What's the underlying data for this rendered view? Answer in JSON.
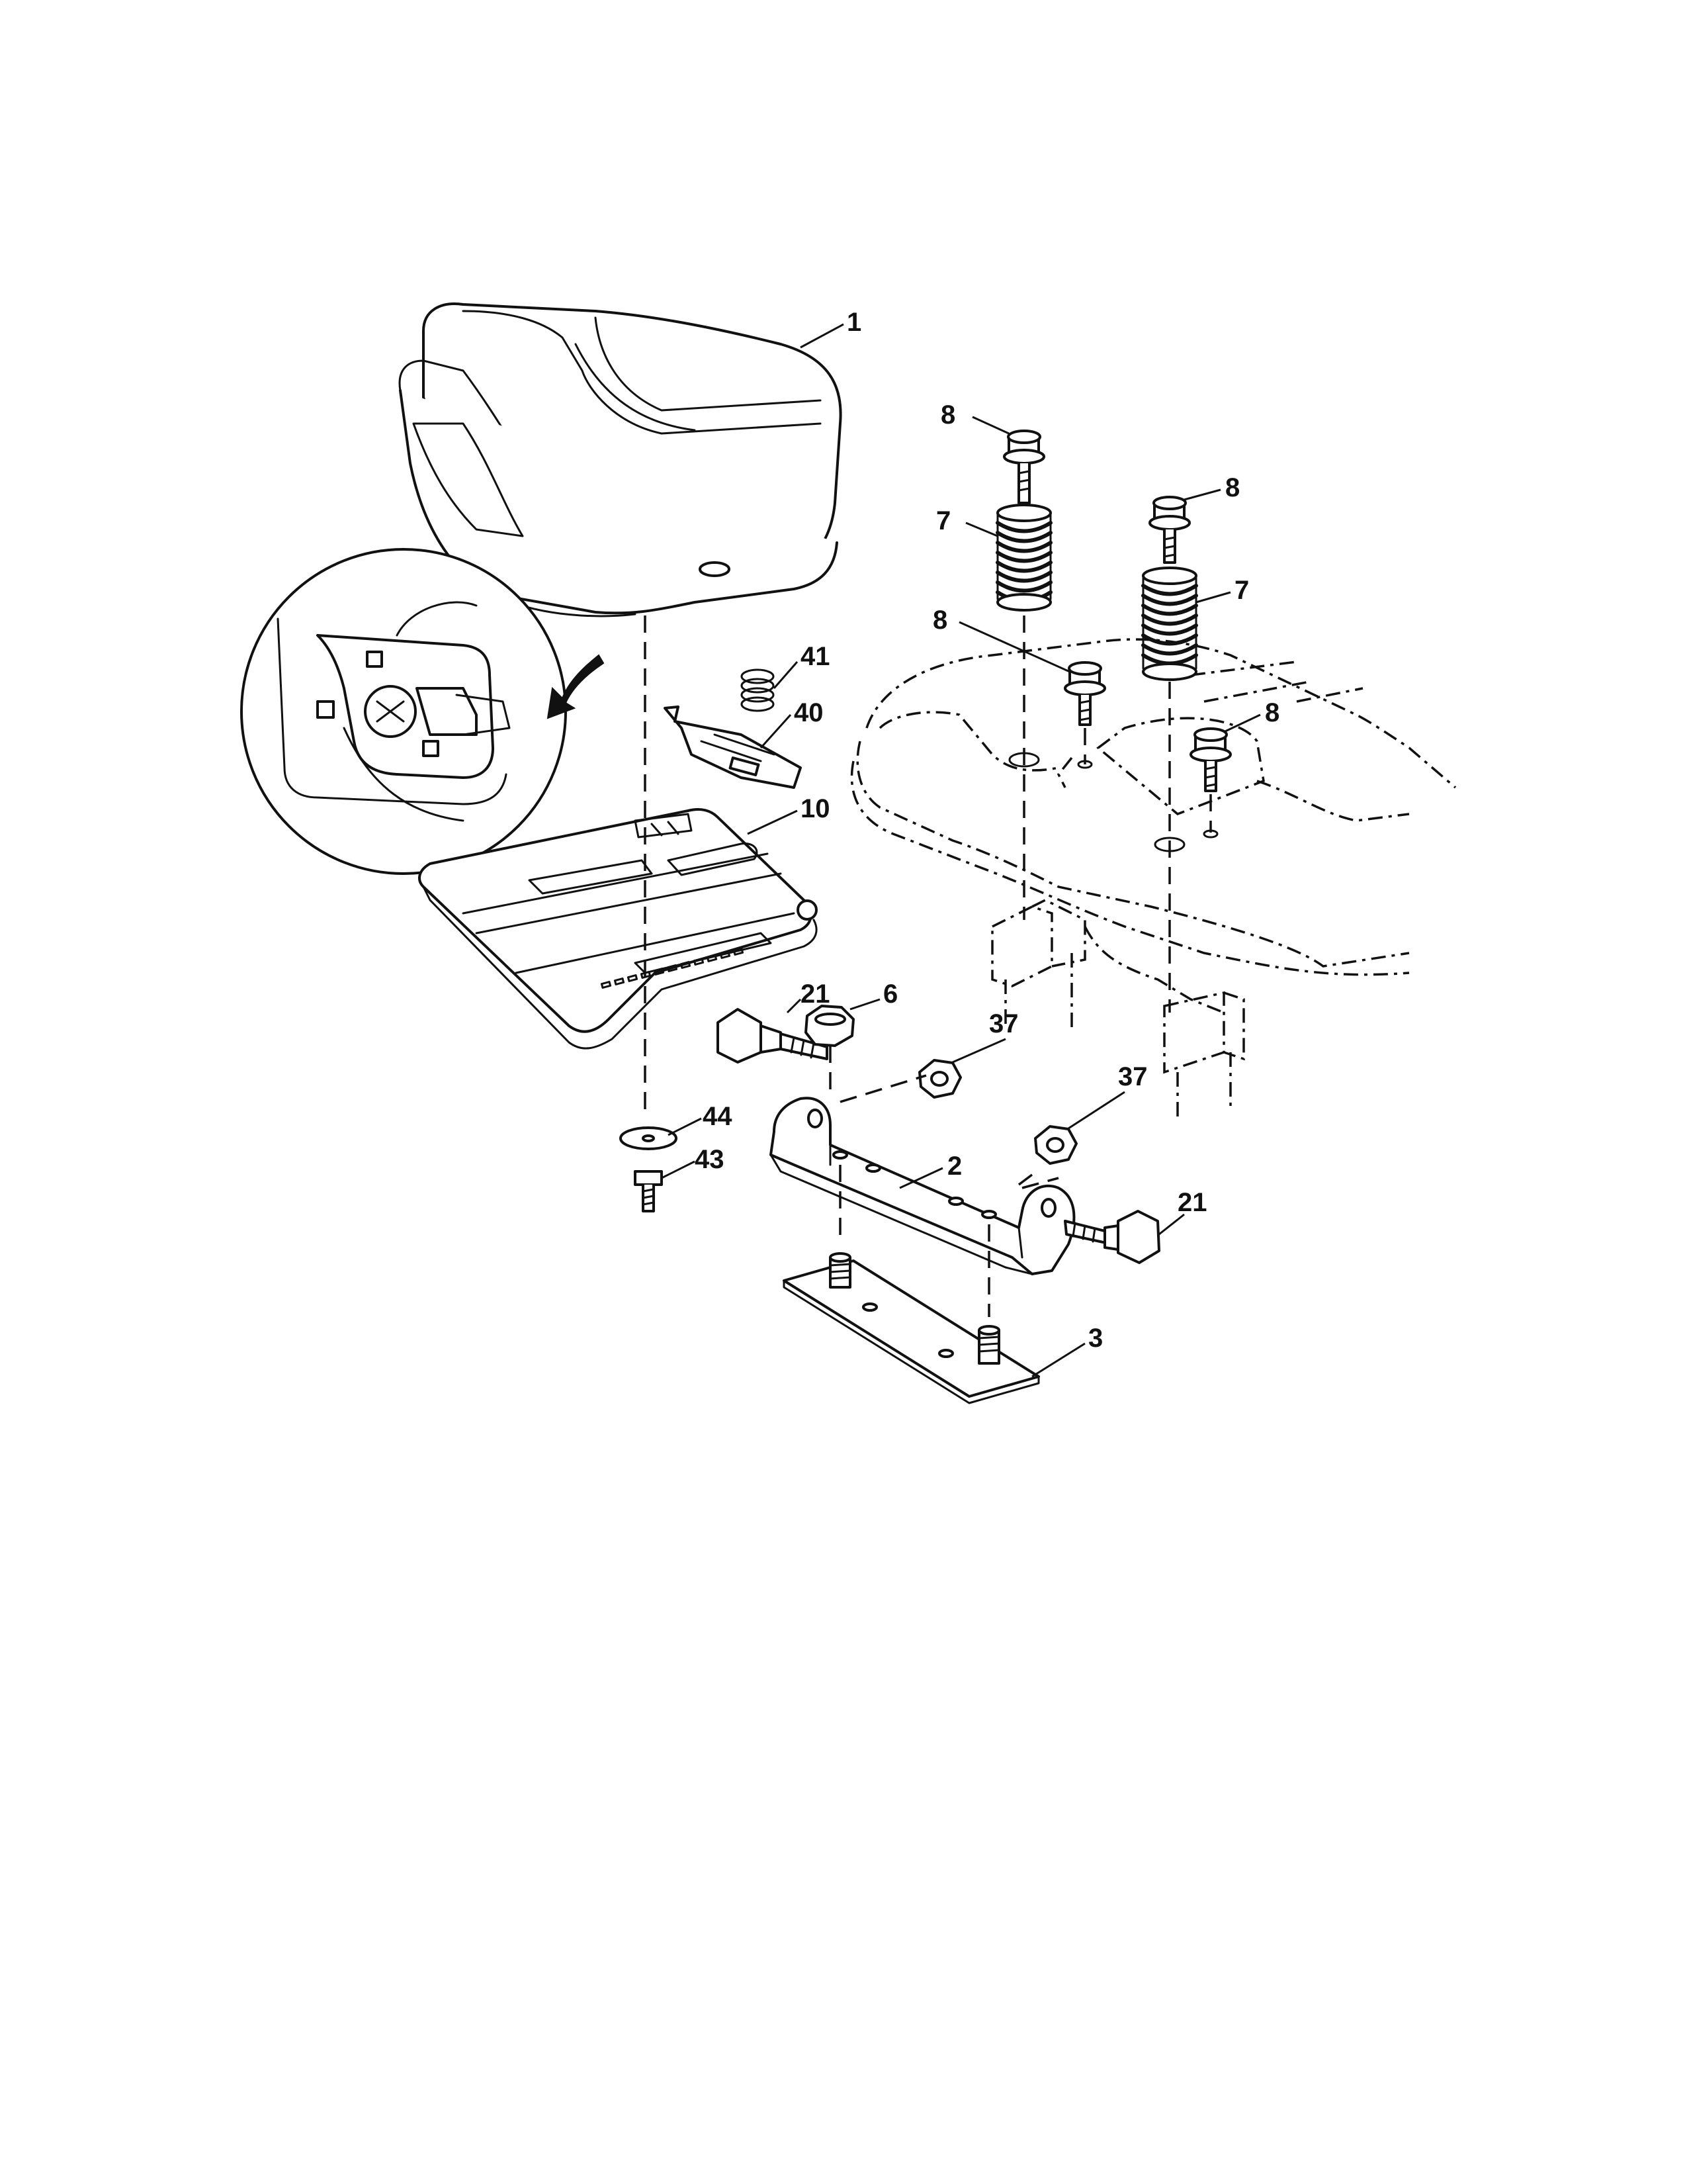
{
  "callouts": {
    "c1": "1",
    "c8a": "8",
    "c8b": "8",
    "c8c": "8",
    "c8d": "8",
    "c7a": "7",
    "c7b": "7",
    "c41": "41",
    "c40": "40",
    "c10": "10",
    "c21a": "21",
    "c21b": "21",
    "c6": "6",
    "c37a": "37",
    "c37b": "37",
    "c44": "44",
    "c43": "43",
    "c2": "2",
    "c3": "3"
  },
  "icons": {
    "detail_arrow": "curved-arrow-icon"
  },
  "colors": {
    "ink": "#111111",
    "paper": "#ffffff"
  }
}
